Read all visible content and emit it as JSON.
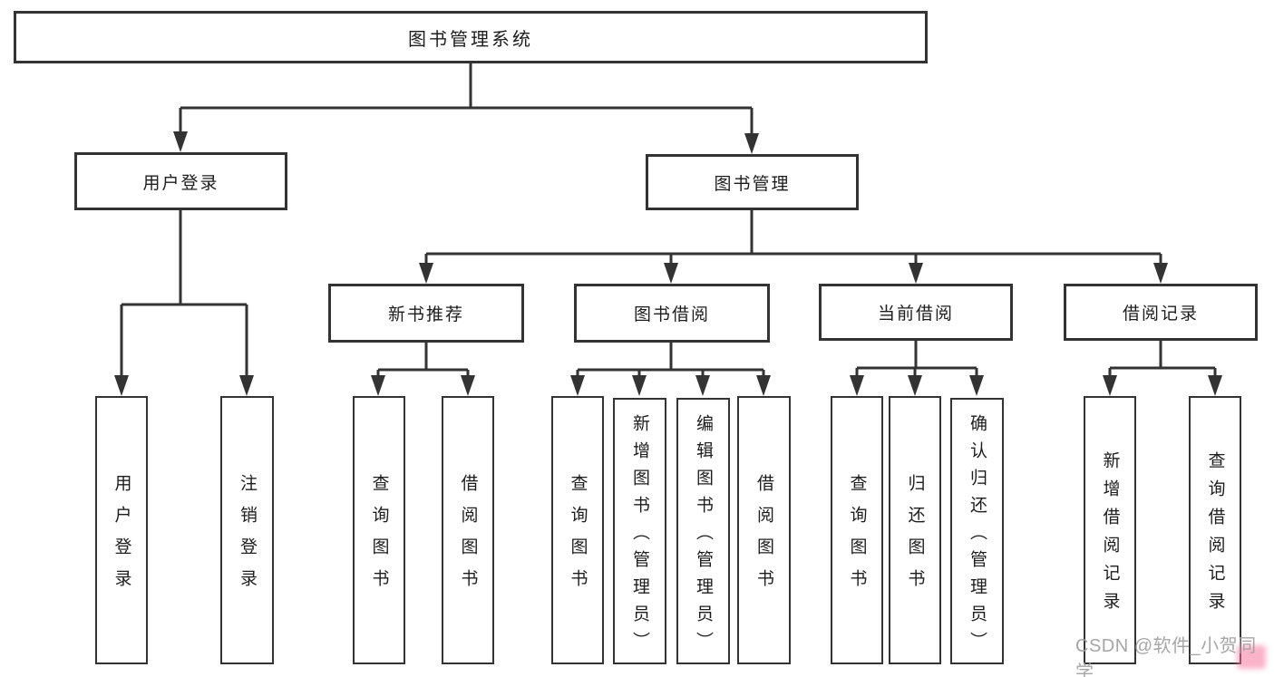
{
  "diagram_title": "图书管理系统",
  "tree": {
    "root_label": "图书管理系统",
    "level2": [
      {
        "label": "用户登录",
        "children": [
          {
            "label": "用户登录"
          },
          {
            "label": "注销登录"
          }
        ]
      },
      {
        "label": "图书管理",
        "children": [
          {
            "label": "新书推荐",
            "children": [
              {
                "label": "查询图书"
              },
              {
                "label": "借阅图书"
              }
            ]
          },
          {
            "label": "图书借阅",
            "children": [
              {
                "label": "查询图书"
              },
              {
                "label": "新增图书（管理员）"
              },
              {
                "label": "编辑图书（管理员）"
              },
              {
                "label": "借阅图书"
              }
            ]
          },
          {
            "label": "当前借阅",
            "children": [
              {
                "label": "查询图书"
              },
              {
                "label": "归还图书"
              },
              {
                "label": "确认归还（管理员）"
              }
            ]
          },
          {
            "label": "借阅记录",
            "children": [
              {
                "label": "新增借阅记录"
              },
              {
                "label": "查询借阅记录"
              }
            ]
          }
        ]
      }
    ]
  },
  "watermark": {
    "text": "CSDN @软件_小贺同学"
  },
  "colors": {
    "line": "#333333",
    "box_border": "#333333",
    "box_fill": "#ffffff",
    "text": "#1d1d1d",
    "watermark_text": "#a2a2a2",
    "watermark_accent": "#f7749e",
    "background": "#ffffff"
  }
}
